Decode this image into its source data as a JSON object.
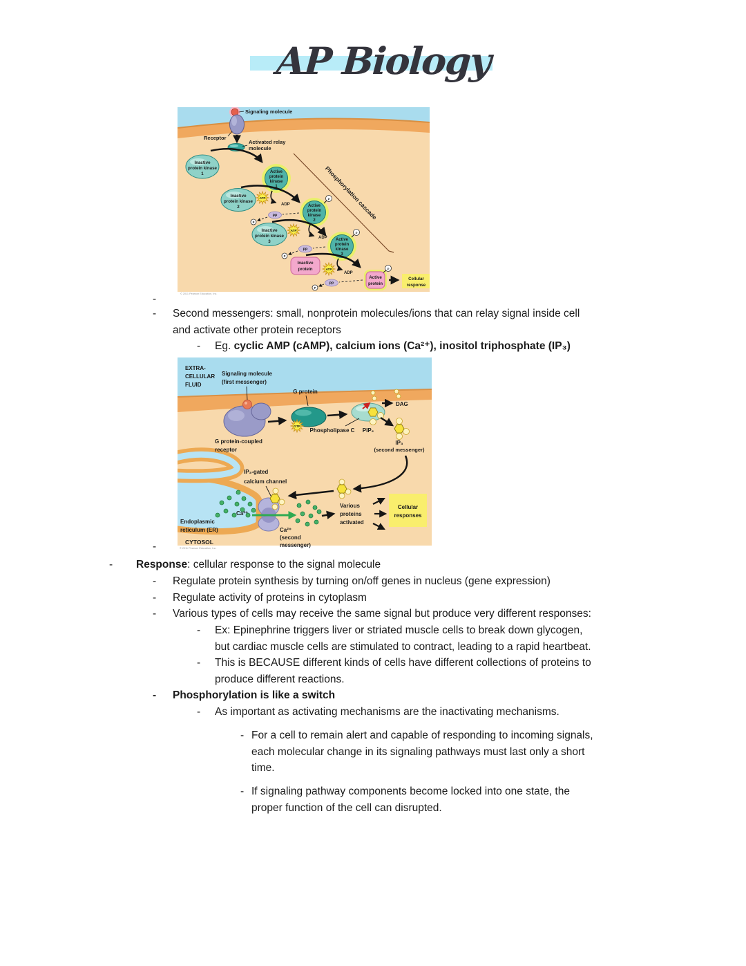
{
  "title": {
    "text": "AP Biology"
  },
  "colors": {
    "highlight_bar": "#b8ecf8",
    "sky_blue": "#a9dcee",
    "membrane_orange": "#f0a85e",
    "cytoplasm_tan": "#f8d9ac",
    "yellow_box": "#f9ee6d",
    "active_glow": "#e9f06b",
    "kinase_teal": "#4fb3a8",
    "protein_pink": "#f3a8cc",
    "calcium_green": "#46b168"
  },
  "notes": {
    "dash": "-",
    "second_messengers": "Second messengers: small, nonprotein molecules/ions that can relay signal inside cell\nand activate other protein receptors",
    "eg": {
      "prefix": "Eg. ",
      "bold": "cyclic AMP (cAMP), calcium ions (Ca²⁺), inositol triphosphate (IP₃)"
    },
    "response": {
      "bold": "Response",
      "rest": ": cellular response to the signal molecule"
    },
    "regulate_synthesis": "Regulate protein synthesis by turning on/off genes in nucleus (gene expression)",
    "regulate_activity": "Regulate activity of proteins in cytoplasm",
    "various_types": "Various types of cells may receive the same signal but produce very different responses:",
    "ex_epinephrine": "Ex: Epinephrine triggers liver or striated muscle cells to break down glycogen,\nbut cardiac muscle cells are stimulated to contract, leading to a rapid heartbeat.",
    "this_is_because": "This is BECAUSE different kinds of cells have different collections of proteins to\nproduce different reactions.",
    "phosphorylation_switch": "Phosphorylation is like a switch",
    "as_important": "As important as activating mechanisms are the inactivating mechanisms.",
    "for_a_cell": "For a cell to remain alert and capable of responding to incoming signals,\neach molecular change in its signaling pathways must last only a short\ntime.",
    "if_signaling": "If signaling pathway components become locked into one state, the\nproper function of the cell can disrupted."
  },
  "d1": {
    "signaling": "Signaling molecule",
    "receptor": "Receptor",
    "relay1": "Activated relay",
    "relay2": "molecule",
    "inactive": "Inactive",
    "pk": "protein kinase",
    "active": "Active",
    "protein": "protein",
    "kinase": "kinase",
    "n1": "1",
    "n2": "2",
    "n3": "3",
    "atp": "ATP",
    "adp": "ADP",
    "pp": "PP",
    "p": "P",
    "cr1": "Cellular",
    "cr2": "response",
    "cascade": "Phosphorylation cascade",
    "copyright": "© 2011 Pearson Education, Inc."
  },
  "d2": {
    "ecf1": "EXTRA-",
    "ecf2": "CELLULAR",
    "ecf3": "FLUID",
    "sig1": "Signaling molecule",
    "sig2": "(first messenger)",
    "gprotein": "G protein",
    "gpcr1": "G protein-coupled",
    "gpcr2": "receptor",
    "gtp": "GTP",
    "plc": "Phospholipase C",
    "pip2": "PIP₂",
    "dag": "DAG",
    "ip3": "IP₃",
    "secmsg": "(second messenger)",
    "ip3gated1": "IP₃-gated",
    "ip3gated2": "calcium channel",
    "er1": "Endoplasmic",
    "er2": "reticulum (ER)",
    "ca": "Ca²⁺",
    "ca2": "(second",
    "ca3": "messenger)",
    "var1": "Various",
    "var2": "proteins",
    "var3": "activated",
    "cell1": "Cellular",
    "cell2": "responses",
    "cytosol": "CYTOSOL",
    "copyright": "© 2011 Pearson Education, Inc."
  }
}
